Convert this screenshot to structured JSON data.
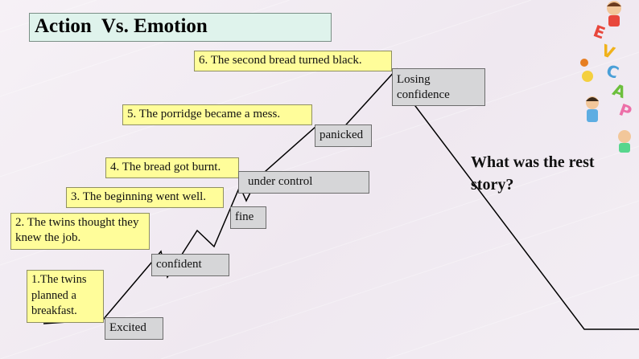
{
  "title": "Action  Vs. Emotion",
  "question": "What was the rest story?",
  "actions": [
    "1.The twins planned a breakfast.",
    "2. The twins thought they knew the job.",
    "3. The beginning went well.",
    "4. The bread got burnt.",
    "5. The porridge became a mess.",
    "6. The second bread turned black."
  ],
  "emotions": [
    "Excited",
    "confident",
    "fine",
    "under control",
    "panicked",
    "Losing confidence"
  ],
  "colors": {
    "title_bg": "#dff3ec",
    "action_bg": "#fffd9a",
    "emotion_bg": "#d6d6d8"
  },
  "decoration": "cartoon-kids-letters"
}
